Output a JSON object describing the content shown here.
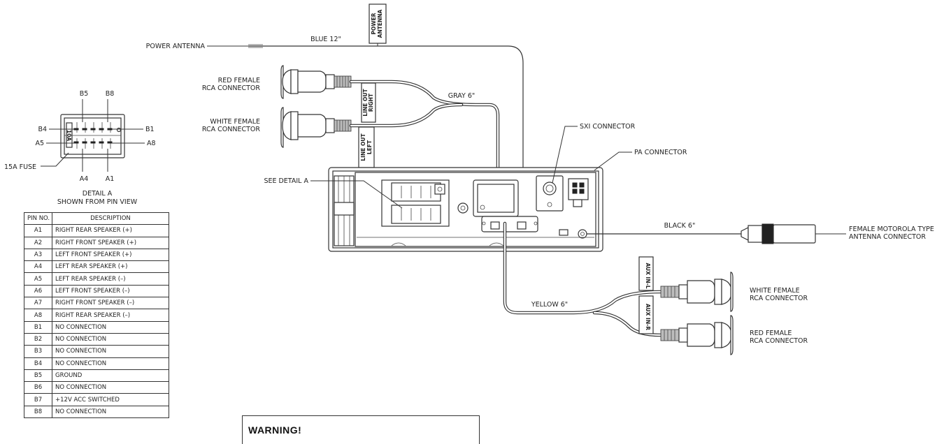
{
  "labels": {
    "power_antenna": "POWER ANTENNA",
    "blue_wire": "BLUE 12\"",
    "power_antenna_tag": [
      "POWER",
      "ANTENNA"
    ],
    "red_rca_top": [
      "RED FEMALE",
      "RCA CONNECTOR"
    ],
    "white_rca_top": [
      "WHITE FEMALE",
      "RCA CONNECTOR"
    ],
    "gray_wire": "GRAY 6\"",
    "line_out_right": [
      "LINE OUT",
      "RIGHT"
    ],
    "line_out_left": [
      "LINE OUT",
      "LEFT"
    ],
    "sxi_connector": "SXI CONNECTOR",
    "pa_connector": "PA CONNECTOR",
    "see_detail": "SEE DETAIL A",
    "black_wire": "BLACK 6\"",
    "motorola": [
      "FEMALE MOTOROLA TYPE",
      "ANTENNA CONNECTOR"
    ],
    "aux_in_l": "AUX IN-L",
    "aux_in_r": "AUX IN-R",
    "yellow_wire": "YELLOW 6\"",
    "white_rca_right": [
      "WHITE FEMALE",
      "RCA CONNECTOR"
    ],
    "red_rca_right": [
      "RED FEMALE",
      "RCA CONNECTOR"
    ]
  },
  "detail_a": {
    "pins_top": [
      "B5",
      "B8"
    ],
    "pins_bottom": [
      "A4",
      "A1"
    ],
    "pin_b4": "B4",
    "pin_a5": "A5",
    "pin_b1": "B1",
    "pin_a8": "A8",
    "fuse": "15A FUSE",
    "inner_label": "10A",
    "caption_line1": "DETAIL A",
    "caption_line2": "SHOWN FROM PIN VIEW"
  },
  "pin_table": {
    "headers": [
      "PIN NO.",
      "DESCRIPTION"
    ],
    "rows": [
      [
        "A1",
        "RIGHT REAR SPEAKER (+)"
      ],
      [
        "A2",
        "RIGHT FRONT SPEAKER (+)"
      ],
      [
        "A3",
        "LEFT FRONT SPEAKER (+)"
      ],
      [
        "A4",
        "LEFT REAR SPEAKER (+)"
      ],
      [
        "A5",
        "LEFT REAR SPEAKER (–)"
      ],
      [
        "A6",
        "LEFT FRONT SPEAKER (–)"
      ],
      [
        "A7",
        "RIGHT FRONT SPEAKER (–)"
      ],
      [
        "A8",
        "RIGHT REAR SPEAKER (–)"
      ],
      [
        "B1",
        "NO CONNECTION"
      ],
      [
        "B2",
        "NO CONNECTION"
      ],
      [
        "B3",
        "NO CONNECTION"
      ],
      [
        "B4",
        "NO CONNECTION"
      ],
      [
        "B5",
        "GROUND"
      ],
      [
        "B6",
        "NO CONNECTION"
      ],
      [
        "B7",
        "+12V ACC SWITCHED"
      ],
      [
        "B8",
        "NO CONNECTION"
      ]
    ]
  },
  "warning": "WARNING!"
}
